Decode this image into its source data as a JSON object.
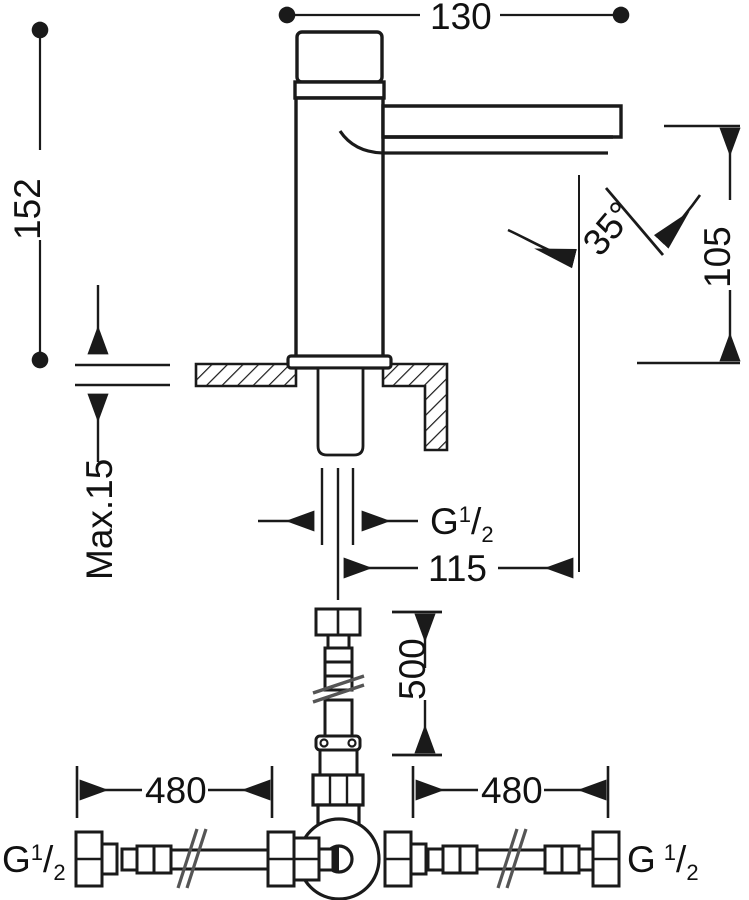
{
  "drawing": {
    "title": "Single-lever basin mixer dimensional drawing",
    "units": "mm",
    "line_color": "#1a1a1a",
    "background": "#ffffff"
  },
  "dimensions": {
    "height_total": "152",
    "spout_reach": "130",
    "spout_height": "105",
    "spout_angle": "35°",
    "counter_thickness": "Max.15",
    "shank_to_wall": "115",
    "flex_hose_vertical": "500",
    "flex_hose_left": "480",
    "flex_hose_right": "480"
  },
  "threads": {
    "shank_thread": "G",
    "shank_thread_num": "1",
    "shank_thread_den": "2",
    "left_inlet": "G",
    "left_inlet_num": "1",
    "left_inlet_den": "2",
    "right_inlet": "G",
    "right_inlet_num": "1",
    "right_inlet_den": "2"
  },
  "labels": {
    "d130": "130",
    "d152": "152",
    "d105": "105",
    "a35": "35°",
    "max15": "Max.15",
    "d115": "115",
    "d500": "500",
    "d480_left": "480",
    "d480_right": "480",
    "g_half_shank": "G½",
    "g_half_left": "G½",
    "g_half_right": "G ½"
  },
  "parts": {
    "handle": "lever-handle",
    "body": "mixer-body",
    "spout": "spout",
    "counter": "countertop-section",
    "shank": "mounting-shank",
    "valve": "angle-valve-body",
    "hose_vertical": "flexible-hose-vertical",
    "hose_left": "flexible-hose-left",
    "hose_right": "flexible-hose-right"
  }
}
